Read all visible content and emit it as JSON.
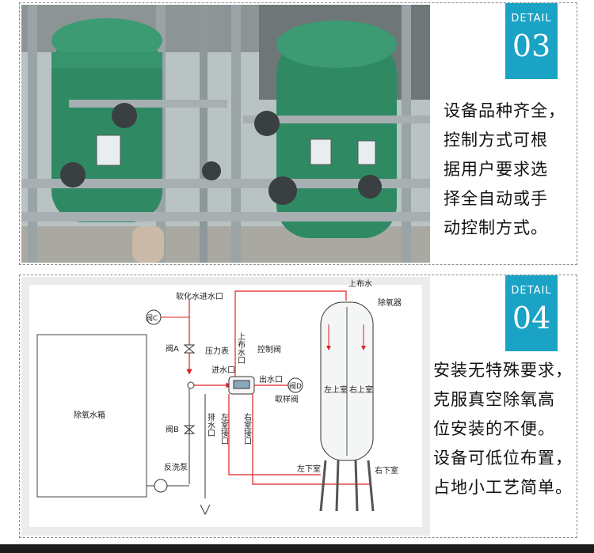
{
  "panel1": {
    "badge_label": "DETAIL",
    "badge_number": "03",
    "description_lines": [
      "设备品种齐全，",
      "控制方式可根",
      "据用户要求选",
      "择全自动或手",
      "动控制方式。"
    ]
  },
  "panel2": {
    "badge_label": "DETAIL",
    "badge_number": "04",
    "description_lines": [
      "安装无特殊要求，",
      "克服真空除氧高",
      "位安装的不便。",
      "设备可低位布置，",
      "占地小工艺简单。"
    ],
    "diagram": {
      "tank": "除氧水箱",
      "softened_inlet": "软化水进水口",
      "valve_c": "阀C",
      "valve_a": "阀A",
      "valve_b": "阀B",
      "valve_d": "阀D",
      "pressure_gauge": "压力表",
      "inlet": "进水口",
      "control_valve": "控制阀",
      "outlet": "出水口",
      "sampling_valve": "取样阀",
      "top_distributor_port": "上布水口",
      "drain_port": "排水口",
      "left_chamber_port": "左室接口",
      "right_chamber_port": "右室接口",
      "top_distributor": "上布水",
      "deoxidizer": "除氧器",
      "left_upper": "左上室",
      "right_upper": "右上室",
      "left_lower": "左下室",
      "right_lower": "右下室",
      "backwash_pump": "反洗泵"
    }
  }
}
